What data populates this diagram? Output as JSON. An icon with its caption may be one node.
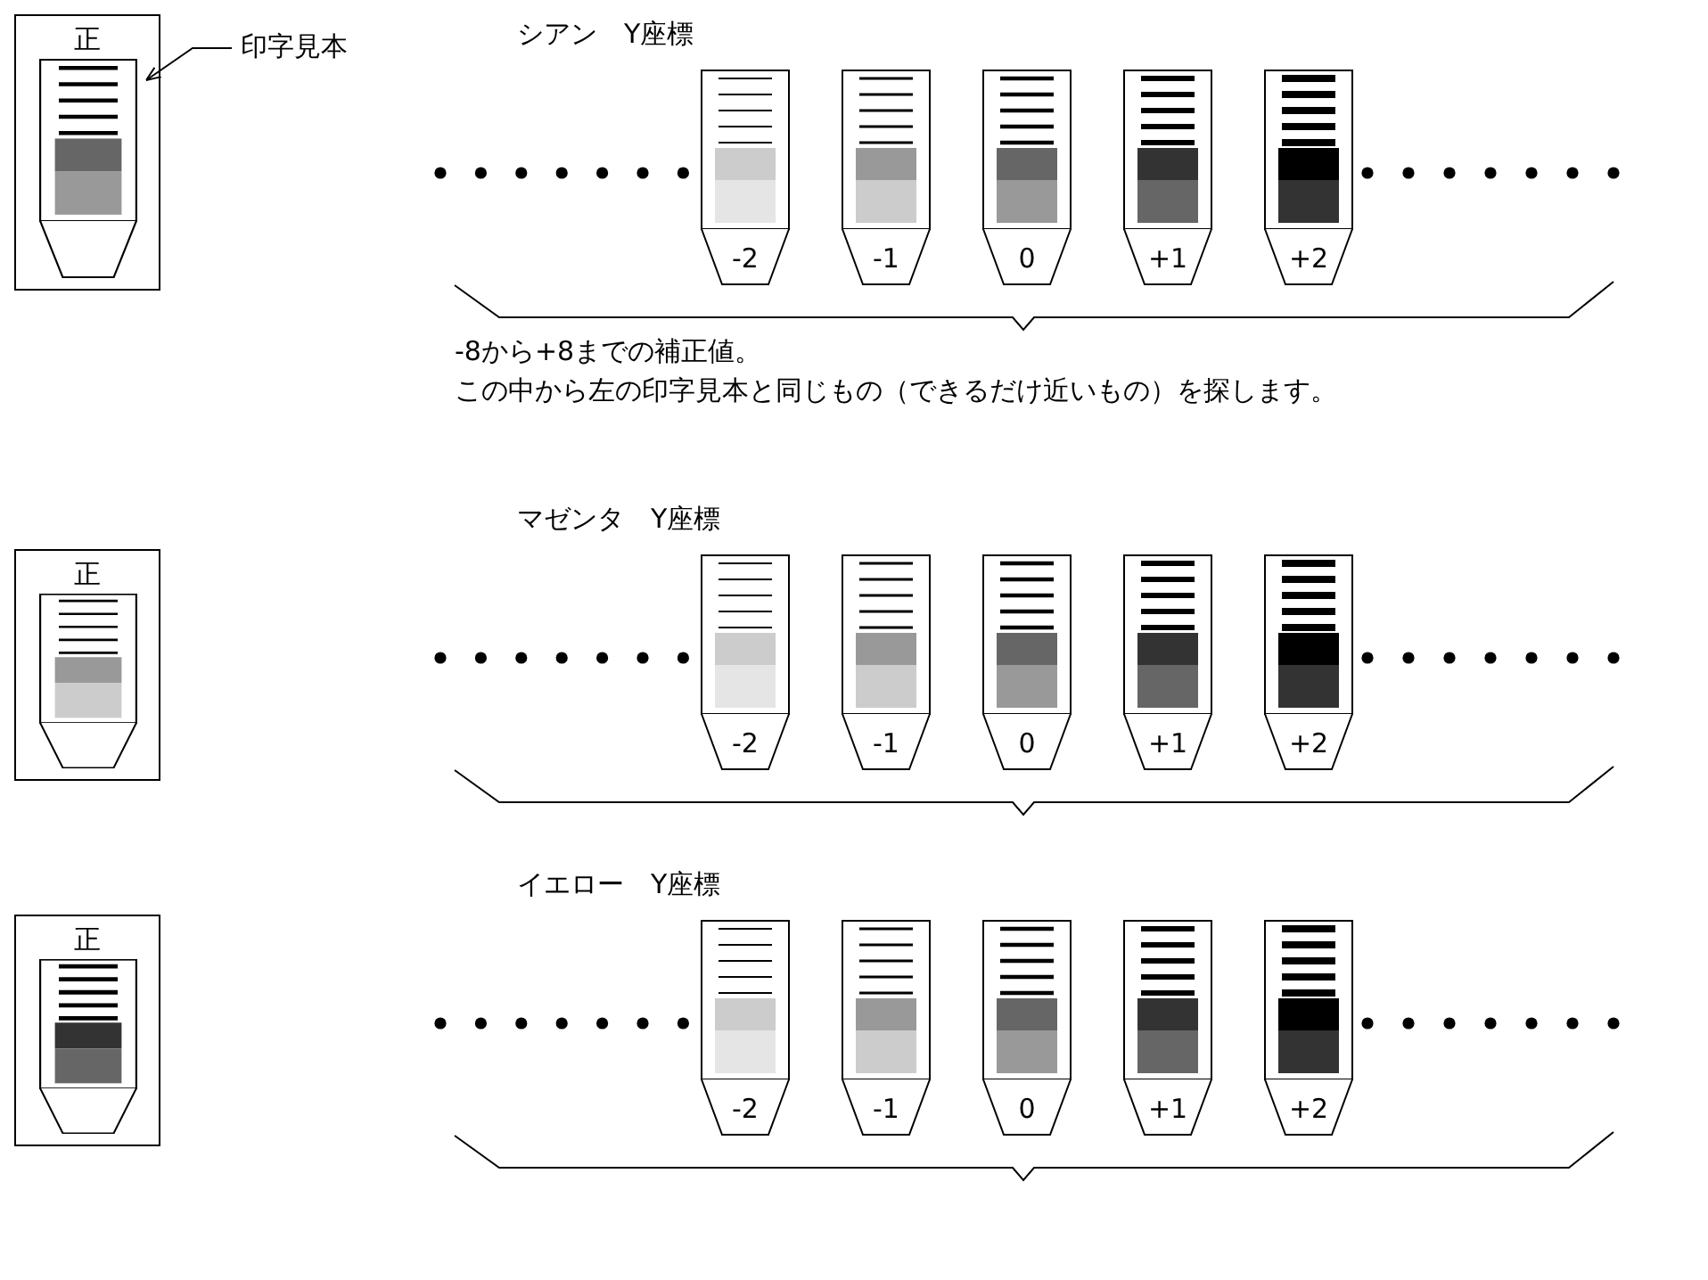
{
  "diagram": {
    "nodes": [
      {
        "text": [
          "正"
        ]
      },
      {
        "text": [],
        "shape": "box",
        "in": 0
      },
      {
        "text": [
          "印字見本"
        ]
      },
      {
        "text": [
          "-2"
        ]
      },
      {
        "text": [
          "-1"
        ]
      },
      {
        "text": [
          "0"
        ]
      },
      {
        "text": [
          "+1"
        ]
      },
      {
        "text": [
          "+2"
        ]
      },
      {
        "text": [
          "正"
        ]
      },
      {
        "text": [],
        "shape": "box",
        "in": 8
      },
      {
        "text": [
          "-2"
        ]
      },
      {
        "text": [
          "-1"
        ]
      },
      {
        "text": [
          "0"
        ]
      },
      {
        "text": [
          "+1"
        ]
      },
      {
        "text": [
          "+2"
        ]
      },
      {
        "text": [
          "正"
        ]
      },
      {
        "text": [],
        "shape": "box",
        "in": 15
      },
      {
        "text": [
          "-2"
        ]
      },
      {
        "text": [
          "-1"
        ]
      },
      {
        "text": [
          "0"
        ]
      },
      {
        "text": [
          "+1"
        ]
      },
      {
        "text": [
          "+2"
        ]
      }
    ],
    "edges": [
      {
        "from": 2,
        "to": 1,
        "arrow": "to"
      }
    ],
    "labels": [
      "シアン　Y座標",
      "-8から+8までの補正値。",
      "この中から左の印字見本と同じもの（できるだけ近いもの）を探します。",
      "マゼンタ　Y座標",
      "イエロー　Y座標"
    ]
  }
}
